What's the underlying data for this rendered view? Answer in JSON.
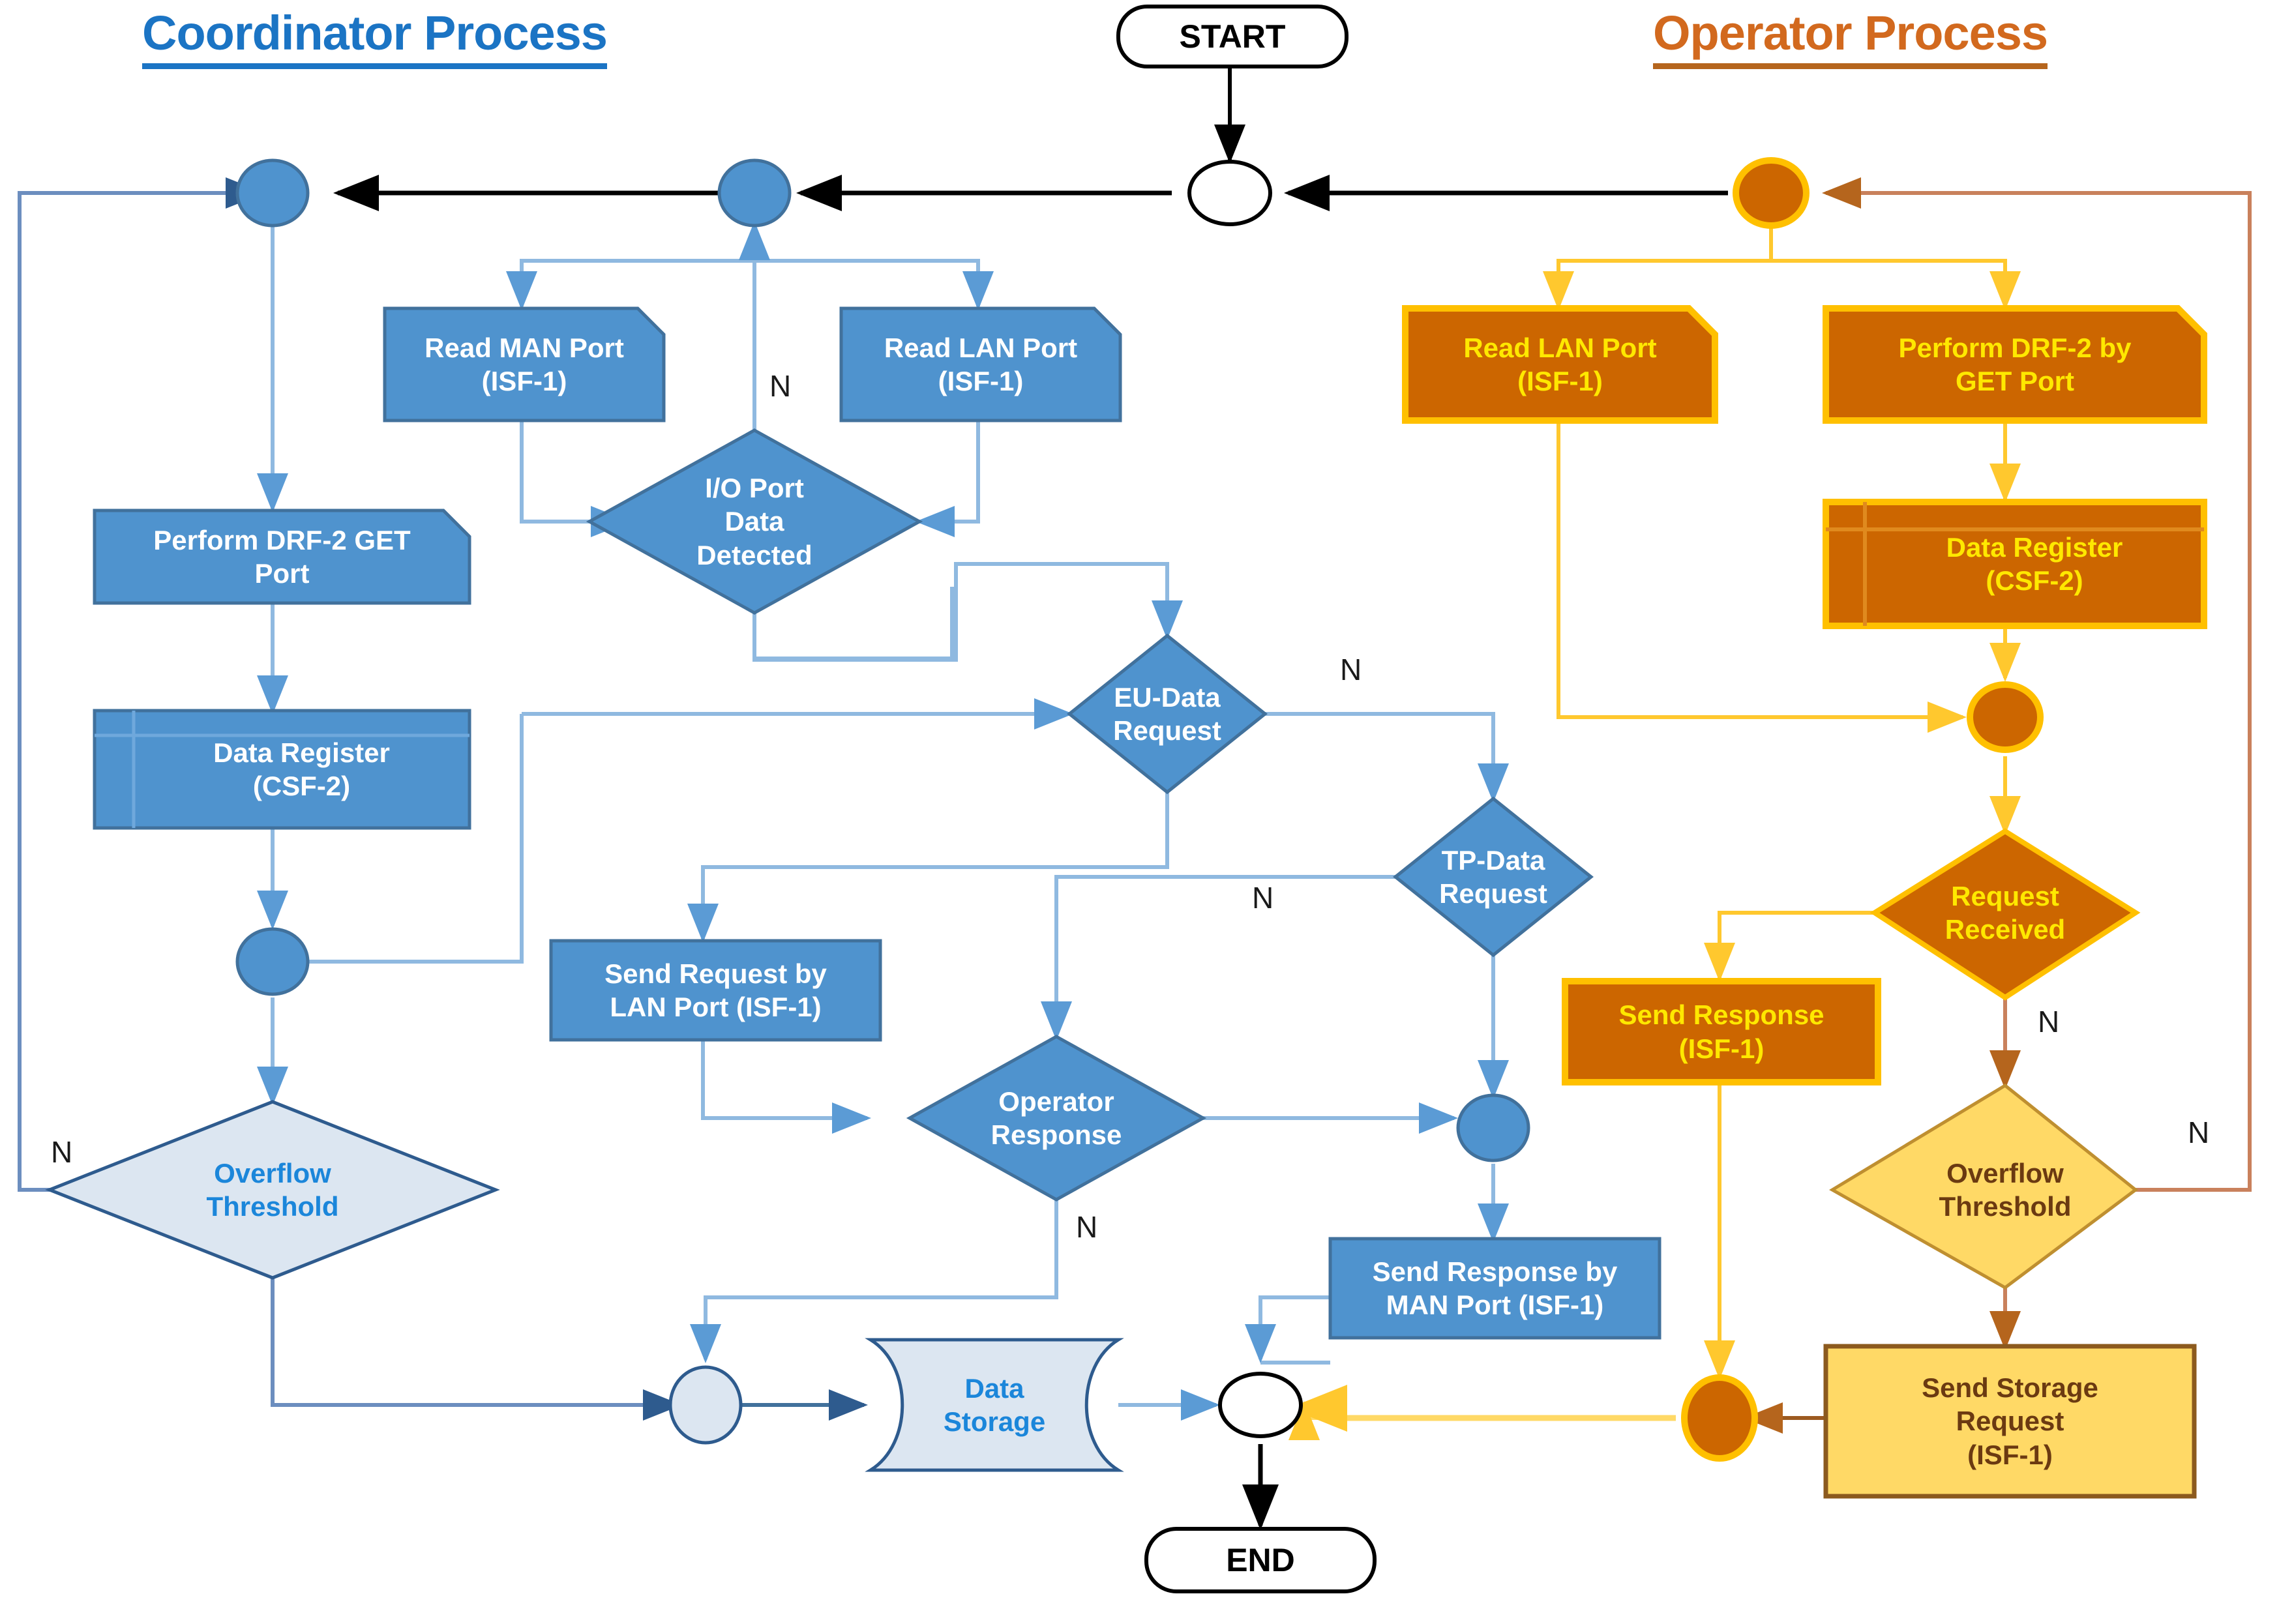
{
  "titles": {
    "left": "Coordinator Process",
    "right": "Operator Process"
  },
  "terminators": {
    "start": "START",
    "end": "END"
  },
  "coordinator": {
    "read_man_port": "Read MAN Port\n(ISF-1)",
    "read_lan_port": "Read LAN Port\n(ISF-1)",
    "io_port_data_detected": "I/O Port\nData\nDetected",
    "perform_drf2_get_port": "Perform DRF-2 GET\nPort",
    "data_register": "Data Register\n(CSF-2)",
    "overflow_threshold": "Overflow\nThreshold",
    "eu_data_request": "EU-Data\nRequest",
    "tp_data_request": "TP-Data\nRequest",
    "send_request_lan": "Send Request by\nLAN Port (ISF-1)",
    "operator_response": "Operator\nResponse",
    "send_response_man": "Send Response by\nMAN Port (ISF-1)",
    "data_storage": "Data\nStorage"
  },
  "operator": {
    "read_lan_port": "Read LAN Port\n(ISF-1)",
    "perform_drf2_get_port": "Perform DRF-2 by\nGET Port",
    "data_register": "Data Register\n(CSF-2)",
    "request_received": "Request\nReceived",
    "send_response": "Send Response\n(ISF-1)",
    "overflow_threshold": "Overflow\nThreshold",
    "send_storage_request": "Send Storage\nRequest\n(ISF-1)"
  },
  "branch_labels": {
    "io_port_no": "N",
    "overflow_left_no": "N",
    "eu_data_no": "N",
    "tp_data_no": "N",
    "operator_response_no": "N",
    "request_received_no": "N",
    "overflow_right_no": "N"
  },
  "colors": {
    "blue_fill": "#4F93CE",
    "blue_stroke": "#41719C",
    "blue_light_fill": "#DCE6F1",
    "blue_light_stroke": "#2E5B8E",
    "blue_title": "#1B74C4",
    "blue_connector": "#8FB9E0",
    "blue_connector_dark": "#41719C",
    "orange_fill": "#CC6600",
    "orange_stroke": "#FFC000",
    "orange_light_fill": "#FFD966",
    "orange_light_stroke": "#BF8F30",
    "orange_title": "#D2691E",
    "yellow_connector": "#FFC82E",
    "brown_connector": "#C9815C",
    "text_yellow": "#FFE800",
    "text_white": "#FFFFFF",
    "black": "#000000"
  }
}
